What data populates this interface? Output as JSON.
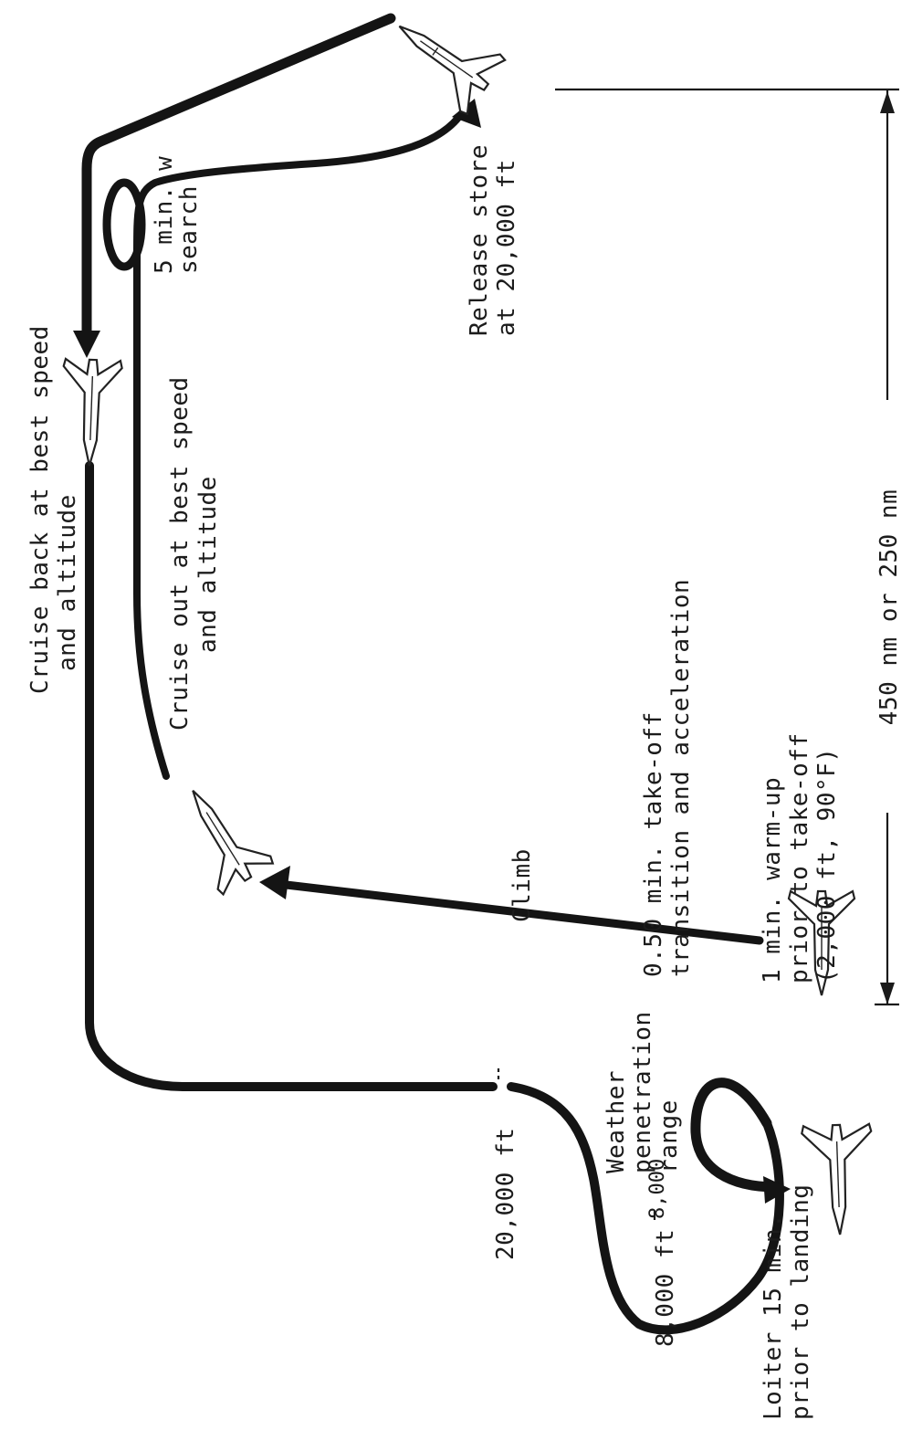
{
  "labels": {
    "cruise_back": [
      "Cruise back at best speed",
      "and altitude"
    ],
    "cruise_out": [
      "Cruise out at best speed",
      "and altitude"
    ],
    "search": [
      "5 min. w",
      "search"
    ],
    "release": [
      "Release store",
      "at 20,000 ft"
    ],
    "takeoff": [
      "0.50 min. take-off",
      "transition and acceleration"
    ],
    "climb": "Climb",
    "warmup": [
      "1 min. warm-up",
      "prior to take-off",
      "(2,000 ft, 90°F)"
    ],
    "weather": [
      "Weather",
      "penetration",
      "range"
    ],
    "alt_20000": "20,000 ft",
    "alt_8000": "8,000 ft",
    "alt_8000_small": "8,000",
    "loiter": [
      "Loiter 15 min.",
      "prior to landing"
    ],
    "range": "450 nm or 250 nm"
  }
}
